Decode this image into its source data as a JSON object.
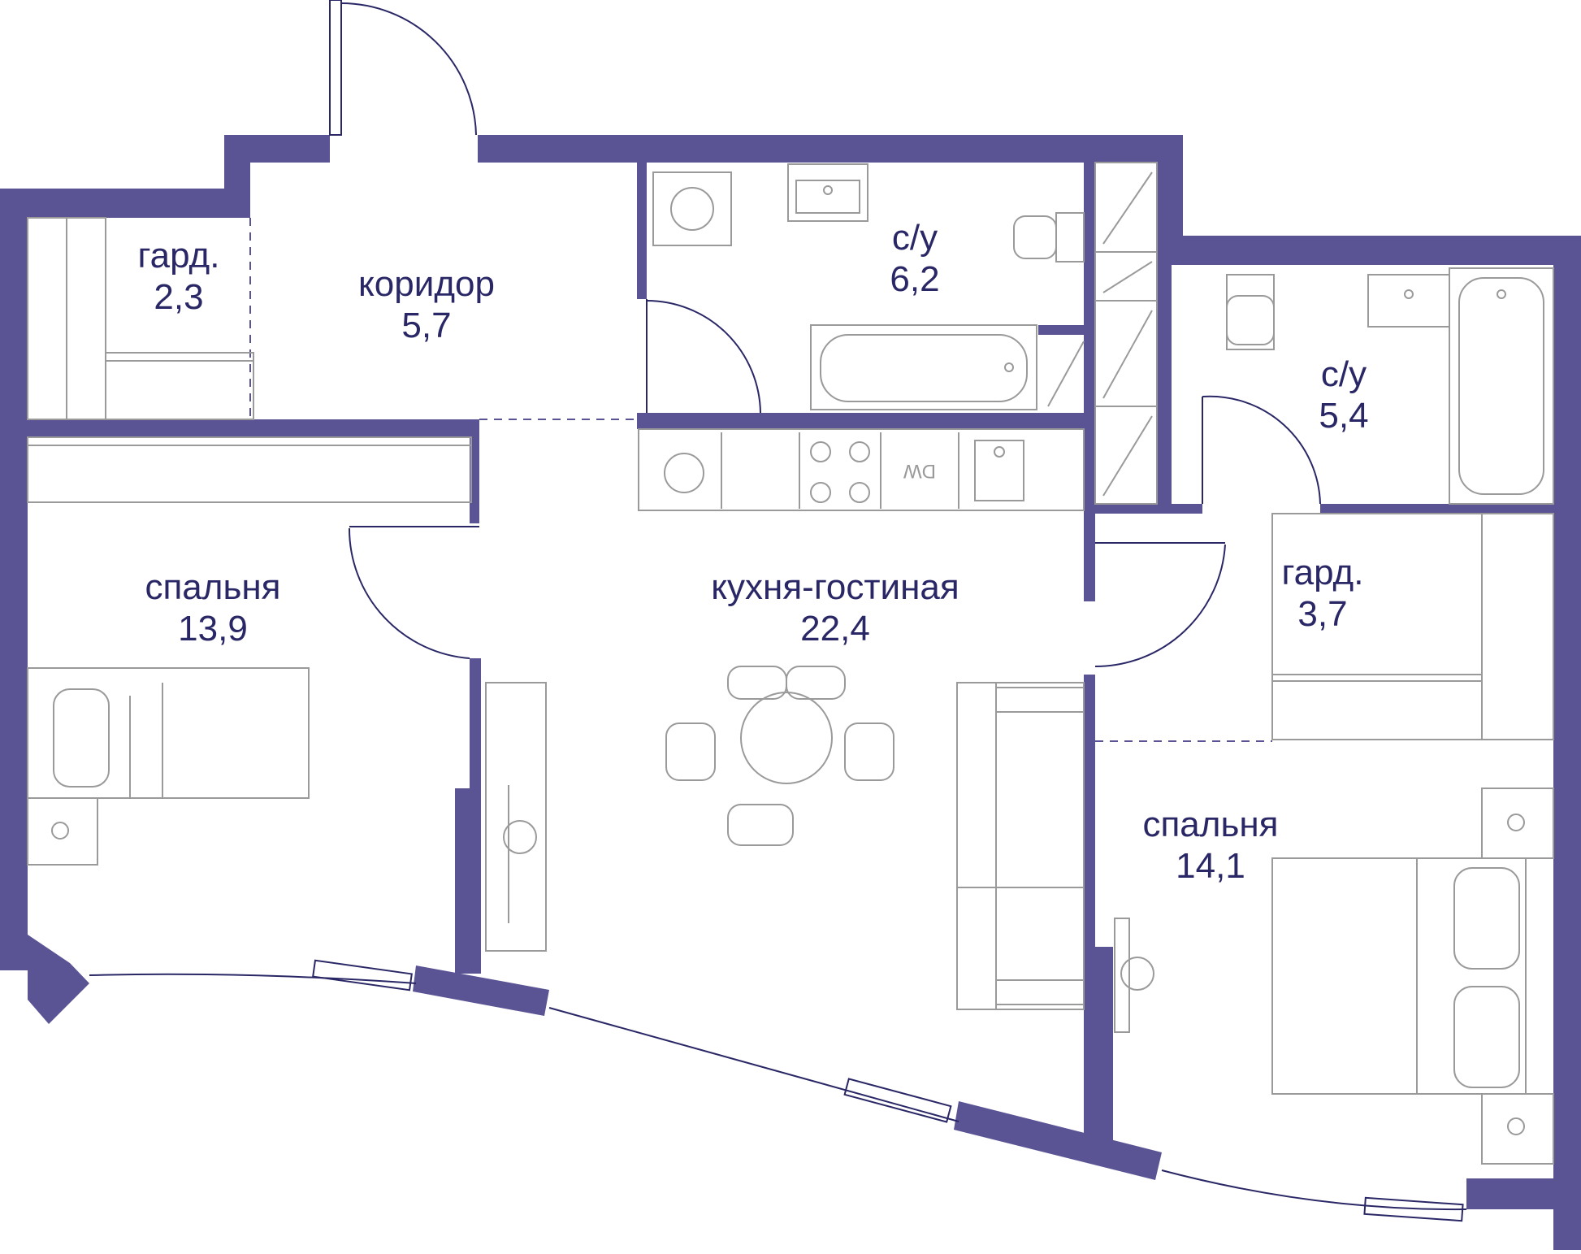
{
  "plan": {
    "colors": {
      "wall": "#5a5494",
      "line": "#2a2766",
      "fixture": "#9a9a9a",
      "background": "#ffffff"
    },
    "fixtures": {
      "dishwasher_mark": "DW"
    },
    "rooms": [
      {
        "id": "wardrobe-1",
        "name": "гард.",
        "area": "2,3"
      },
      {
        "id": "corridor",
        "name": "коридор",
        "area": "5,7"
      },
      {
        "id": "bathroom-1",
        "name": "с/у",
        "area": "6,2"
      },
      {
        "id": "bathroom-2",
        "name": "с/у",
        "area": "5,4"
      },
      {
        "id": "bedroom-1",
        "name": "спальня",
        "area": "13,9"
      },
      {
        "id": "kitchen-living",
        "name": "кухня-гостиная",
        "area": "22,4"
      },
      {
        "id": "wardrobe-2",
        "name": "гард.",
        "area": "3,7"
      },
      {
        "id": "bedroom-2",
        "name": "спальня",
        "area": "14,1"
      }
    ]
  }
}
